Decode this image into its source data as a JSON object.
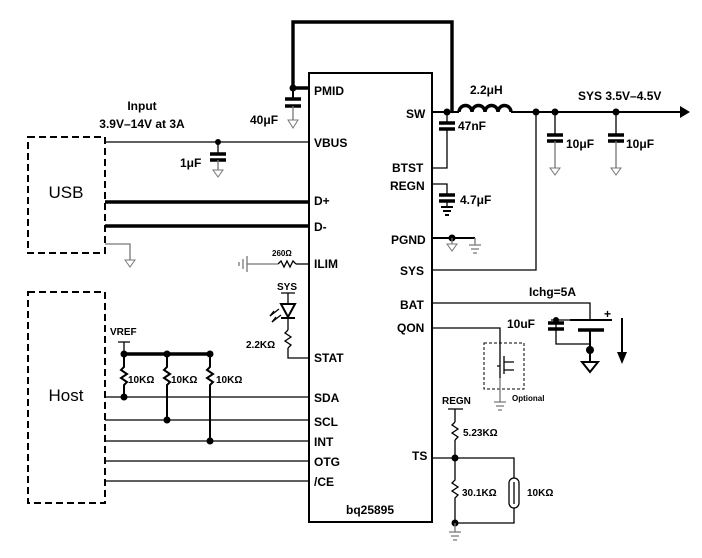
{
  "chip": {
    "name": "bq25895"
  },
  "pins_left": {
    "pmid": "PMID",
    "vbus": "VBUS",
    "dplus": "D+",
    "dminus": "D-",
    "ilim": "ILIM",
    "stat": "STAT",
    "sda": "SDA",
    "scl": "SCL",
    "int": "INT",
    "otg": "OTG",
    "ce": "/CE"
  },
  "pins_right": {
    "sw": "SW",
    "btst": "BTST",
    "regn": "REGN",
    "pgnd": "PGND",
    "sys": "SYS",
    "bat": "BAT",
    "qon": "QON",
    "ts": "TS"
  },
  "input": {
    "line1": "Input",
    "line2": "3.9V–14V at 3A"
  },
  "blocks": {
    "usb": "USB",
    "host": "Host"
  },
  "output": {
    "sys": "SYS 3.5V–4.5V"
  },
  "components": {
    "c_pmid": "40μF",
    "c_vbus": "1μF",
    "r_ilim": "260Ω",
    "stat_sys": "SYS",
    "r_stat": "2.2KΩ",
    "vref": "VREF",
    "r_pull1": "10KΩ",
    "r_pull2": "10KΩ",
    "r_pull3": "10KΩ",
    "inductor": "2.2μH",
    "c_btst": "47nF",
    "c_regn": "4.7μF",
    "c_sys1": "10μF",
    "c_sys2": "10μF",
    "ichg": "Ichg=5A",
    "c_bat": "10uF",
    "optional": "Optional",
    "regn_ts": "REGN",
    "r_ts1": "5.23KΩ",
    "r_ts2": "30.1KΩ",
    "ntc": "10KΩ"
  }
}
